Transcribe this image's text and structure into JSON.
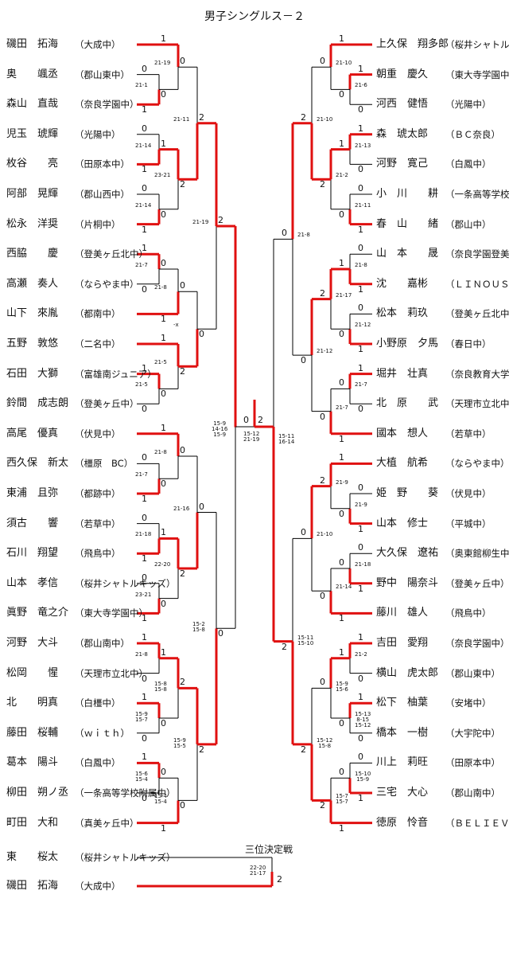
{
  "title": "男子シングルス－２",
  "third_place_label": "三位決定戦",
  "colors": {
    "winner_line": "#e01010",
    "line": "#000000"
  },
  "left_players": [
    {
      "name": "磯田　拓海",
      "team": "（大成中）"
    },
    {
      "name": "奥　　颯丞",
      "team": "（郡山東中）"
    },
    {
      "name": "森山　直哉",
      "team": "（奈良学園中）"
    },
    {
      "name": "児玉　琥輝",
      "team": "（光陽中）"
    },
    {
      "name": "枚谷　　亮",
      "team": "（田原本中）"
    },
    {
      "name": "阿部　晃輝",
      "team": "（郡山西中）"
    },
    {
      "name": "松永　洋奨",
      "team": "（片桐中）"
    },
    {
      "name": "西脇　　慶",
      "team": "（登美ヶ丘北中）"
    },
    {
      "name": "高瀬　奏人",
      "team": "（ならやま中）"
    },
    {
      "name": "山下　來胤",
      "team": "（都南中）"
    },
    {
      "name": "五野　敦悠",
      "team": "（二名中）"
    },
    {
      "name": "石田　大獅",
      "team": "（富雄南ジュニア）"
    },
    {
      "name": "鈴間　成志朗",
      "team": "（登美ヶ丘中）"
    },
    {
      "name": "高尾　優真",
      "team": "（伏見中）"
    },
    {
      "name": "西久保　新太",
      "team": "（橿原　BC）"
    },
    {
      "name": "東浦　且弥",
      "team": "（都跡中）"
    },
    {
      "name": "須古　　響",
      "team": "（若草中）"
    },
    {
      "name": "石川　翔望",
      "team": "（飛鳥中）"
    },
    {
      "name": "山本　孝信",
      "team": "（桜井シャトルキッズ）"
    },
    {
      "name": "眞野　竜之介",
      "team": "（東大寺学園中）"
    },
    {
      "name": "河野　大斗",
      "team": "（郡山南中）"
    },
    {
      "name": "松岡　　惺",
      "team": "（天理市立北中）"
    },
    {
      "name": "北　　明真",
      "team": "（白橿中）"
    },
    {
      "name": "藤田　桜輔",
      "team": "（ｗｉｔｈ）"
    },
    {
      "name": "葛本　陽斗",
      "team": "（白鳳中）"
    },
    {
      "name": "柳田　朔ノ丞",
      "team": "（一条高等学校附属中）"
    },
    {
      "name": "町田　大和",
      "team": "（真美ヶ丘中）"
    }
  ],
  "right_players": [
    {
      "name": "上久保　翔多郎",
      "team": "（桜井シャトルキッズ）"
    },
    {
      "name": "朝重　慶久",
      "team": "（東大寺学園中）"
    },
    {
      "name": "河西　健悟",
      "team": "（光陽中）"
    },
    {
      "name": "森　琥太郎",
      "team": "（ＢＣ奈良）"
    },
    {
      "name": "河野　寛己",
      "team": "（白鳳中）"
    },
    {
      "name": "小　川　　耕",
      "team": "（一条高等学校附属中）"
    },
    {
      "name": "春　山　　緒",
      "team": "（郡山中）"
    },
    {
      "name": "山　本　　晟",
      "team": "（奈良学園登美ヶ丘中）"
    },
    {
      "name": "沈　　嘉彬",
      "team": "（ＬＩＮＯＵＳ）"
    },
    {
      "name": "松本　莉玖",
      "team": "（登美ヶ丘北中）"
    },
    {
      "name": "小野原　夕馬",
      "team": "（春日中）"
    },
    {
      "name": "堀井　壮真",
      "team": "（奈良教育大学附属中）"
    },
    {
      "name": "北　原　　武",
      "team": "（天理市立北中）"
    },
    {
      "name": "國本　想人",
      "team": "（若草中）"
    },
    {
      "name": "大植　航希",
      "team": "（ならやま中）"
    },
    {
      "name": "姫　野　　葵",
      "team": "（伏見中）"
    },
    {
      "name": "山本　修士",
      "team": "（平城中）"
    },
    {
      "name": "大久保　遼祐",
      "team": "（奥東館柳生中）"
    },
    {
      "name": "野中　陽奈斗",
      "team": "（登美ヶ丘中）"
    },
    {
      "name": "藤川　雄人",
      "team": "（飛鳥中）"
    },
    {
      "name": "吉田　愛翔",
      "team": "（奈良学園中）"
    },
    {
      "name": "横山　虎太郎",
      "team": "（郡山東中）"
    },
    {
      "name": "松下　柚葉",
      "team": "（安堵中）"
    },
    {
      "name": "橋本　一樹",
      "team": "（大宇陀中）"
    },
    {
      "name": "川上　莉旺",
      "team": "（田原本中）"
    },
    {
      "name": "三宅　大心",
      "team": "（郡山南中）"
    },
    {
      "name": "徳原　怜音",
      "team": "（ＢＥＬＩＥＶＥ）"
    }
  ],
  "third_place_players": [
    {
      "name": "東　　桜太",
      "team": "（桜井シャトルキッズ）"
    },
    {
      "name": "磯田　拓海",
      "team": "（大成中）"
    }
  ],
  "left_scores": [
    "21-1",
    "21-19",
    "21-14",
    "21-14",
    "23-21",
    "21-11",
    "21-7",
    "21-8",
    "21-5",
    "21-5",
    "-x",
    "21-19",
    "21-7",
    "21-8",
    "21-18",
    "23-21",
    "22-20",
    "21-16",
    "21-8",
    "15-9\n15-7",
    "15-8\n15-8",
    "15-6\n15-4",
    "15-4\n15-4",
    "15-9\n15-5",
    "15-2\n15-8",
    "15-9\n14-16\n15-9"
  ],
  "right_scores": [
    "21-6",
    "21-10",
    "21-13",
    "21-11",
    "21-2",
    "21-10",
    "21-8",
    "21-12",
    "21-17",
    "21-7",
    "21-7",
    "21-12",
    "21-8",
    "21-9",
    "21-9",
    "21-18",
    "21-14",
    "21-10",
    "21-2",
    "15-13\n8-15\n15-12",
    "15-9\n15-6",
    "15-10\n15-9",
    "15-7\n15-7",
    "15-12\n15-8",
    "15-11\n15-10",
    "15-11\n16-14"
  ],
  "final_score": "15-12\n21-19",
  "third_place_score": "22-20\n21-17",
  "final_digits": {
    "left": "0",
    "right": "2"
  },
  "third_place_digits": {
    "top": "",
    "bottom": "2"
  }
}
